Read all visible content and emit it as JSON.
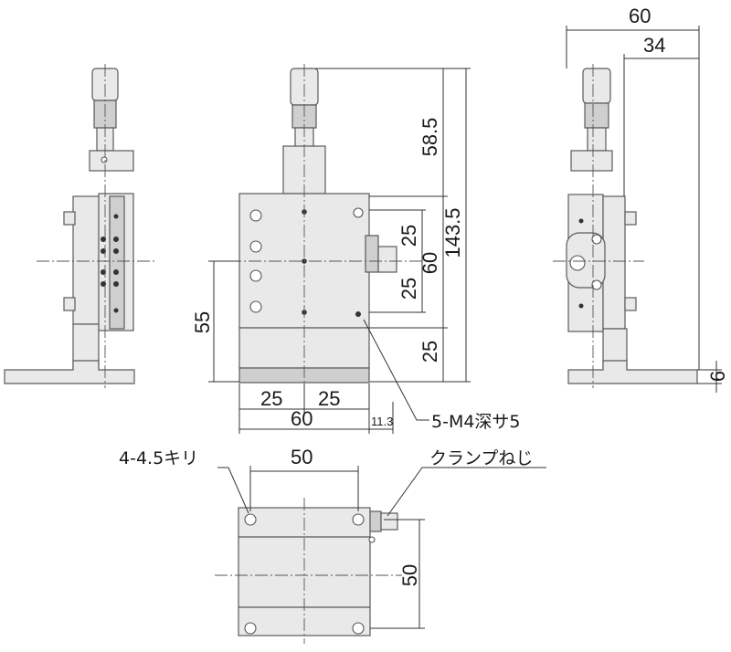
{
  "dimensions": {
    "side_width": "60",
    "side_offset": "34",
    "micrometer_height": "58.5",
    "total_height": "143.5",
    "upper_25": "25",
    "upper_60": "60",
    "lower_25": "25",
    "height_55": "55",
    "base_25_left": "25",
    "base_25_right": "25",
    "base_60": "60",
    "offset_11_3": "11.3",
    "foot_6": "6",
    "bottom_50_width": "50",
    "bottom_50_height": "50"
  },
  "notes": {
    "tapped_holes": "5-M4深サ5",
    "through_holes": "4-4.5キリ",
    "clamp_screw": "クランプねじ"
  },
  "colors": {
    "part_fill": "#e9e9e9",
    "part_dark": "#cfcfcf",
    "outline": "#5a5a5a"
  }
}
